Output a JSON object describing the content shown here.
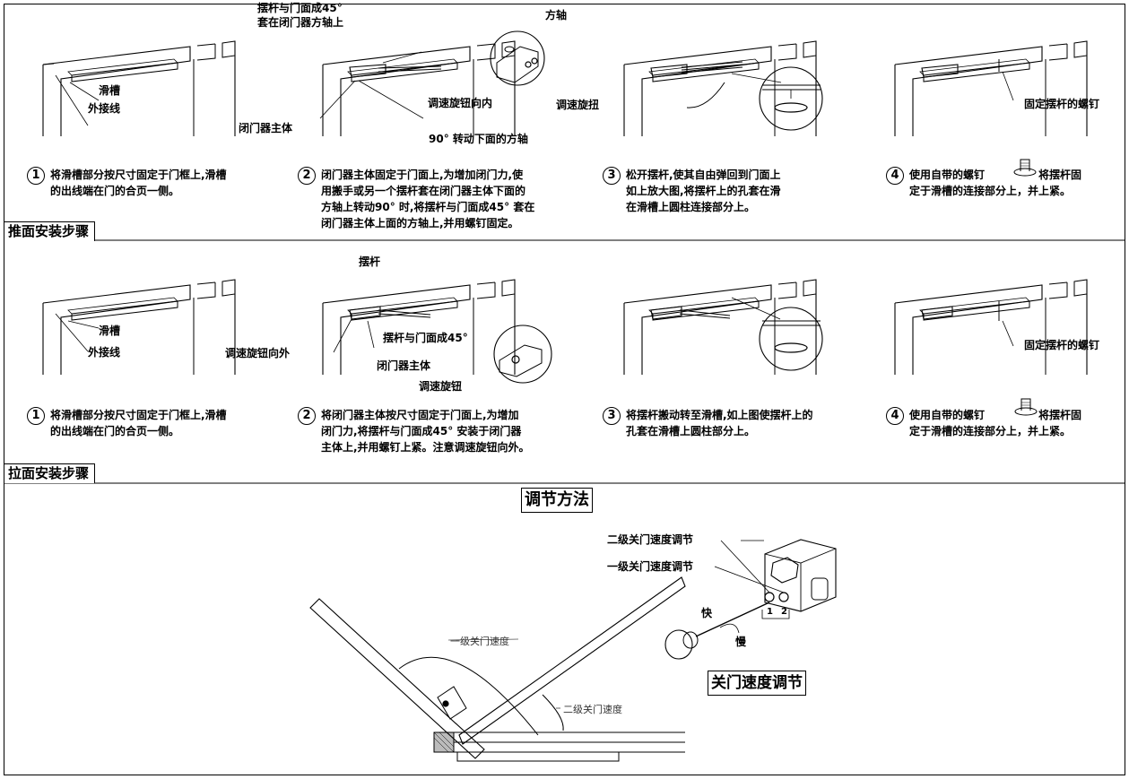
{
  "push_section": {
    "label": "推面安装步骤",
    "callouts": {
      "slot": "滑槽",
      "outer_line": "外接线",
      "arm_45_line1": "摆杆与门面成45°",
      "arm_45_line2": "套在闭门器方轴上",
      "square_shaft": "方轴",
      "speed_knob_in": "调速旋钮向内",
      "speed_twist": "调速旋扭",
      "closer_body": "闭门器主体",
      "rotate_shaft": "90° 转动下面的方轴",
      "fix_arm_screw": "固定摆杆的螺钉"
    },
    "steps": [
      {
        "num": "1",
        "lines": [
          "将滑槽部分按尺寸固定于门框上,滑槽",
          "的出线端在门的合页一侧。"
        ]
      },
      {
        "num": "2",
        "lines": [
          "闭门器主体固定于门面上,为增加闭门力,使",
          "用搬手或另一个摆杆套在闭门器主体下面的",
          "方轴上转动90° 时,将摆杆与门面成45° 套在",
          "闭门器主体上面的方轴上,并用螺钉固定。"
        ]
      },
      {
        "num": "3",
        "lines": [
          "松开摆杆,使其自由弹回到门面上",
          "如上放大图,将摆杆上的孔套在滑",
          "在滑槽上圆柱连接部分上。"
        ]
      },
      {
        "num": "4",
        "lines": [
          "使用自带的螺钉",
          "定于滑槽的连接部分上，并上紧。"
        ],
        "suffix": "将摆杆固"
      }
    ]
  },
  "pull_section": {
    "label": "拉面安装步骤",
    "callouts": {
      "slot": "滑槽",
      "outer_line": "外接线",
      "arm": "摆杆",
      "arm_45": "摆杆与门面成45°",
      "speed_knob_out": "调速旋钮向外",
      "closer_body": "闭门器主体",
      "speed_knob": "调速旋钮",
      "fix_arm_screw": "固定摆杆的螺钉"
    },
    "steps": [
      {
        "num": "1",
        "lines": [
          "将滑槽部分按尺寸固定于门框上,滑槽",
          "的出线端在门的合页一侧。"
        ]
      },
      {
        "num": "2",
        "lines": [
          "将闭门器主体按尺寸固定于门面上,为增加",
          "闭门力,将摆杆与门面成45° 安装于闭门器",
          "主体上,并用螺钉上紧。注意调速旋钮向外。"
        ]
      },
      {
        "num": "3",
        "lines": [
          "将摆杆搬动转至滑槽,如上图使摆杆上的",
          "孔套在滑槽上圆柱部分上。"
        ]
      },
      {
        "num": "4",
        "lines": [
          "使用自带的螺钉",
          "定于滑槽的连接部分上，并上紧。"
        ],
        "suffix": "将摆杆固"
      }
    ]
  },
  "adjust_section": {
    "title": "调节方法",
    "second_speed_adj": "二级关门速度调节",
    "first_speed_adj": "一级关门速度调节",
    "fast": "快",
    "slow": "慢",
    "closing_speed_adj": "关门速度调节",
    "first_speed": "一级关门速度",
    "second_speed": "二级关门速度",
    "valve_1": "1",
    "valve_2": "2"
  }
}
